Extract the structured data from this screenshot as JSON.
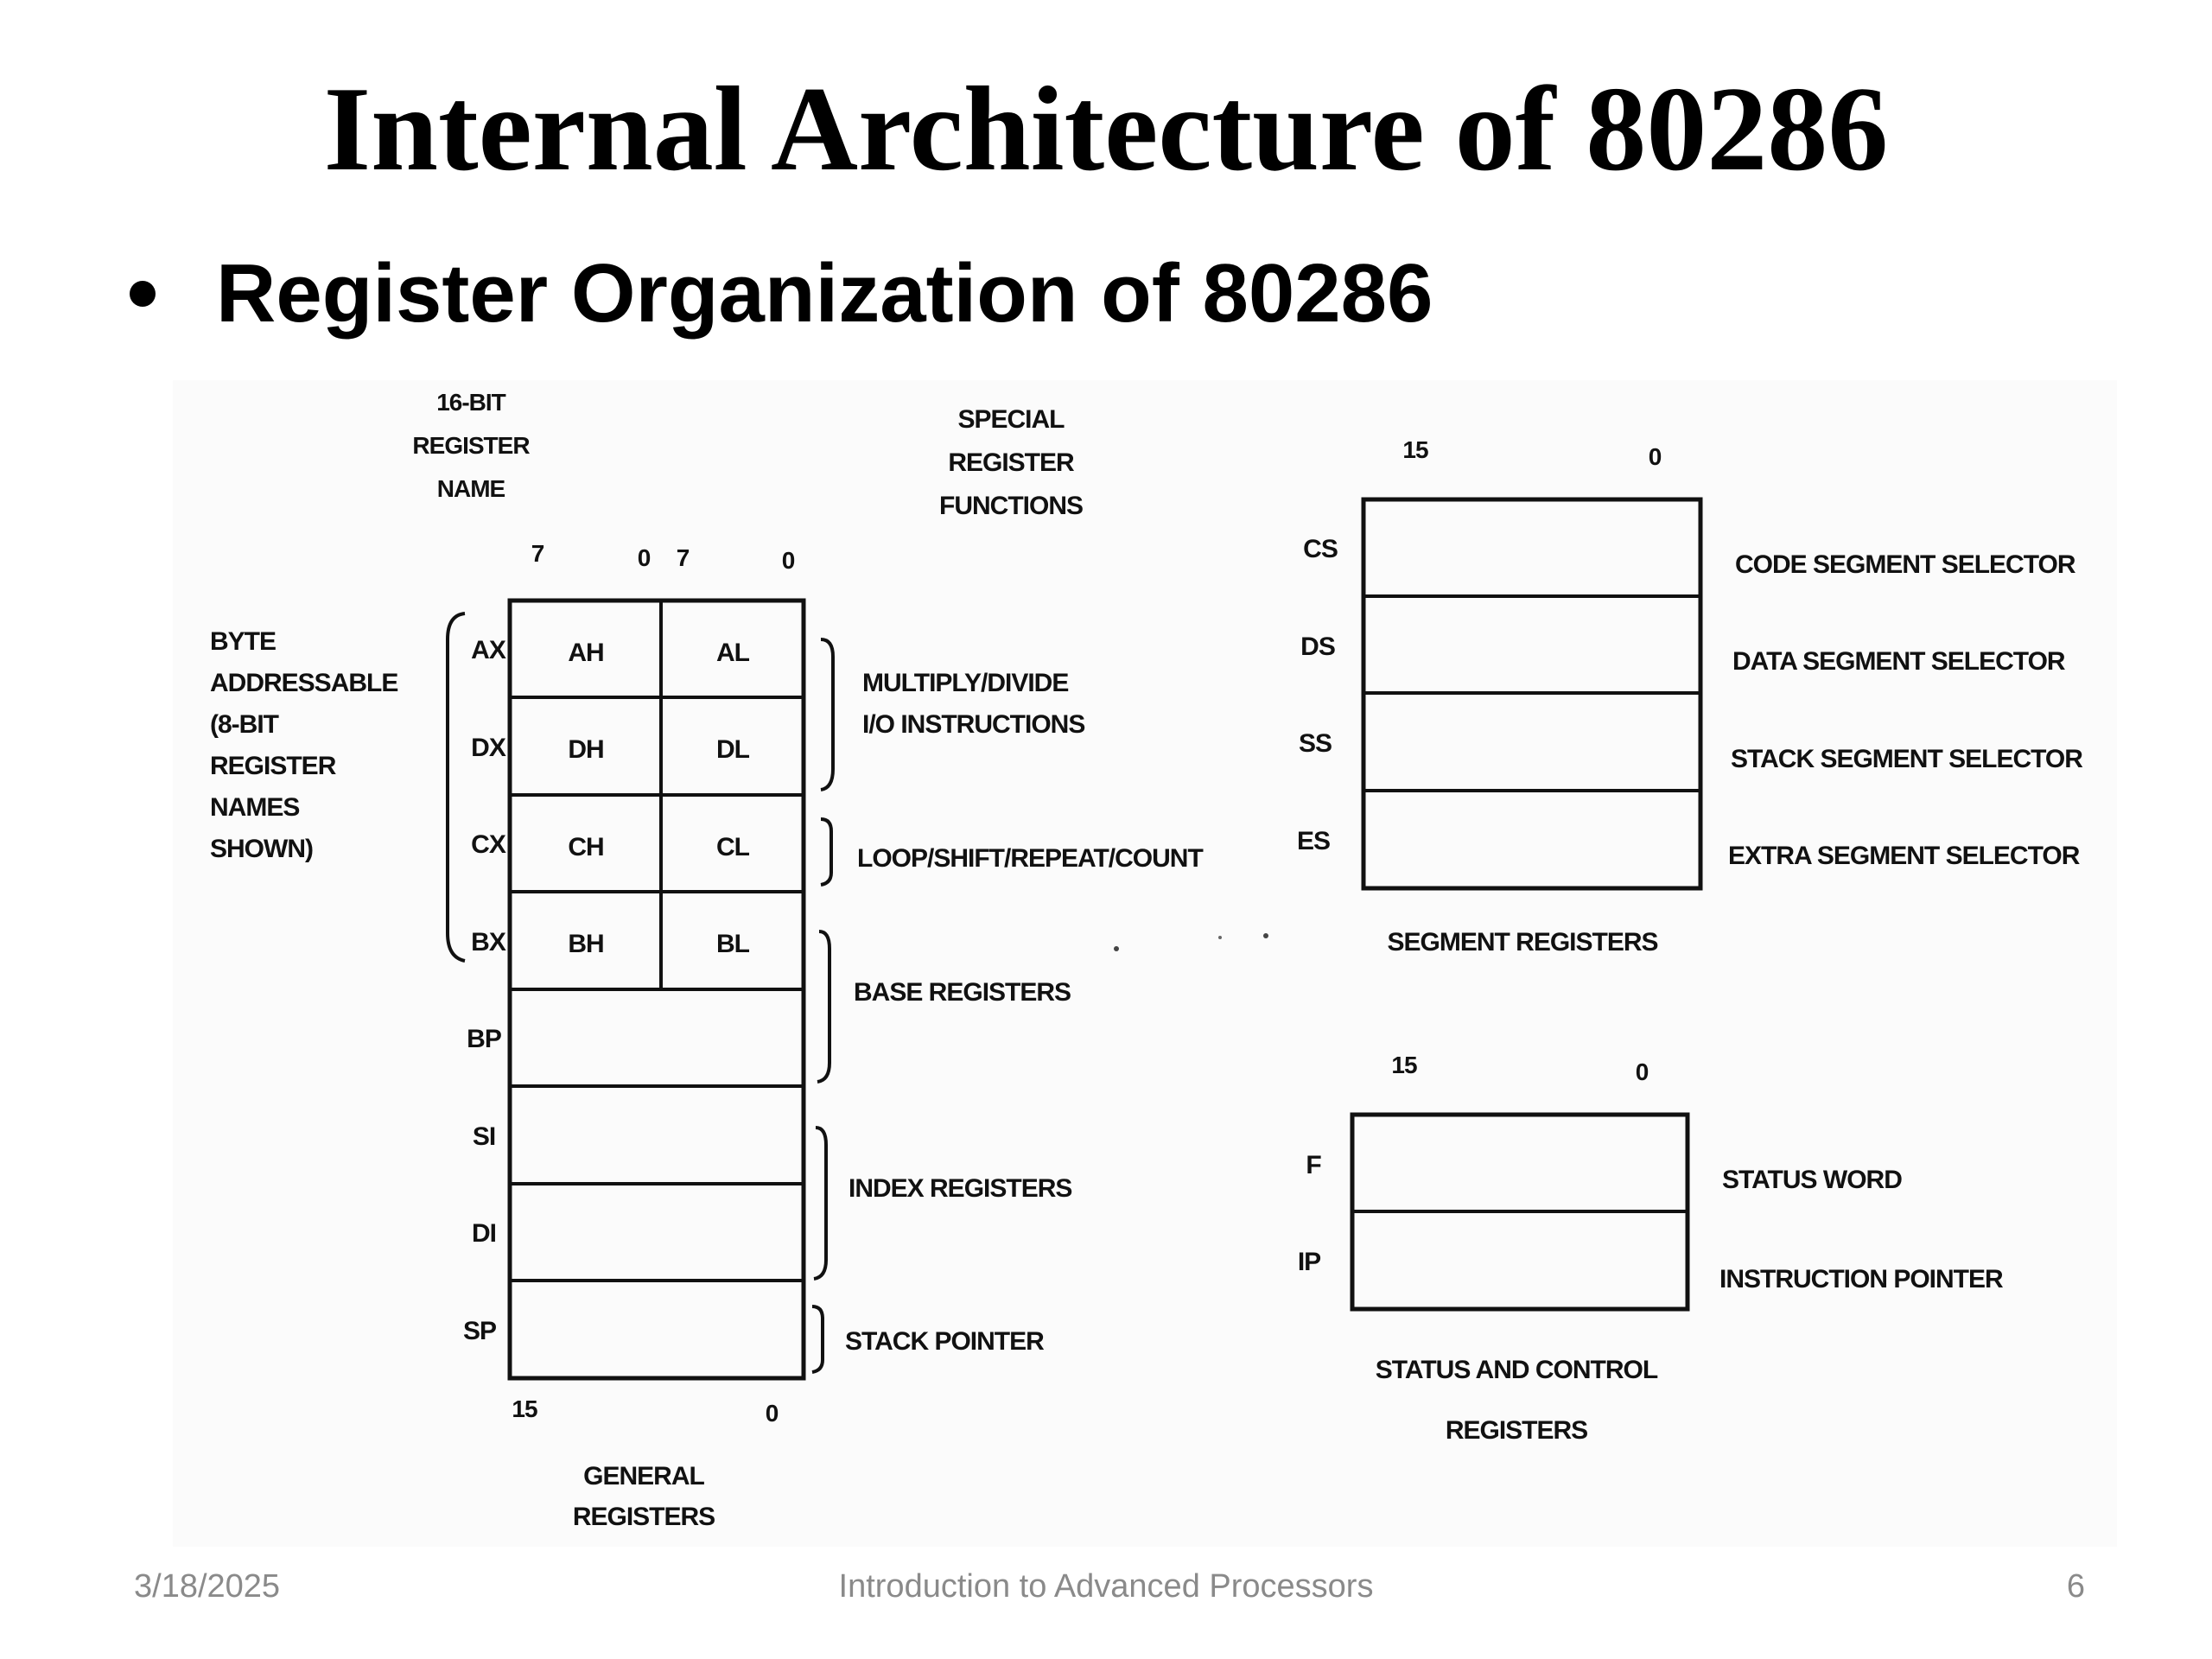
{
  "slide": {
    "title": "Internal Architecture of 80286",
    "bullet": "Register Organization of 80286",
    "footer": {
      "date": "3/18/2025",
      "center": "Introduction to Advanced Processors",
      "page": "6"
    }
  },
  "diagram": {
    "general": {
      "name_header": [
        "16-BIT",
        "REGISTER",
        "NAME"
      ],
      "special_header": [
        "SPECIAL",
        "REGISTER",
        "FUNCTIONS"
      ],
      "bit_labels_top": [
        "7",
        "0",
        "7",
        "0"
      ],
      "byte_note": [
        "BYTE",
        "ADDRESSABLE",
        "(8-BIT",
        "REGISTER",
        "NAMES",
        "SHOWN)"
      ],
      "rows": [
        {
          "name": "AX",
          "high": "AH",
          "low": "AL"
        },
        {
          "name": "DX",
          "high": "DH",
          "low": "DL"
        },
        {
          "name": "CX",
          "high": "CH",
          "low": "CL"
        },
        {
          "name": "BX",
          "high": "BH",
          "low": "BL"
        },
        {
          "name": "BP",
          "high": "",
          "low": ""
        },
        {
          "name": "SI",
          "high": "",
          "low": ""
        },
        {
          "name": "DI",
          "high": "",
          "low": ""
        },
        {
          "name": "SP",
          "high": "",
          "low": ""
        }
      ],
      "functions": [
        "MULTIPLY/DIVIDE",
        "I/O INSTRUCTIONS",
        "LOOP/SHIFT/REPEAT/COUNT",
        "BASE REGISTERS",
        "INDEX REGISTERS",
        "STACK POINTER"
      ],
      "bit_labels_bottom": [
        "15",
        "0"
      ],
      "caption": [
        "GENERAL",
        "REGISTERS"
      ]
    },
    "segment": {
      "bit_labels": [
        "15",
        "0"
      ],
      "rows": [
        {
          "name": "CS",
          "desc": "CODE SEGMENT SELECTOR"
        },
        {
          "name": "DS",
          "desc": "DATA SEGMENT SELECTOR"
        },
        {
          "name": "SS",
          "desc": "STACK SEGMENT SELECTOR"
        },
        {
          "name": "ES",
          "desc": "EXTRA SEGMENT SELECTOR"
        }
      ],
      "caption": "SEGMENT REGISTERS"
    },
    "status": {
      "bit_labels": [
        "15",
        "0"
      ],
      "rows": [
        {
          "name": "F",
          "desc": "STATUS WORD"
        },
        {
          "name": "IP",
          "desc": "INSTRUCTION POINTER"
        }
      ],
      "caption": [
        "STATUS AND CONTROL",
        "REGISTERS"
      ]
    }
  }
}
